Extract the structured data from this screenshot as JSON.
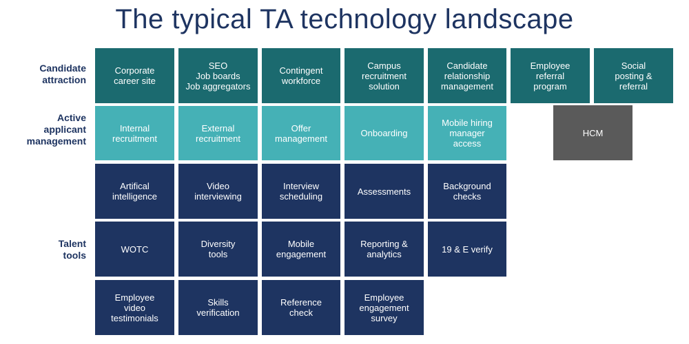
{
  "title": "The typical TA technology landscape",
  "row_labels": {
    "attraction": "Candidate\nattraction",
    "active": "Active\napplicant\nmanagement",
    "tools": "Talent\ntools"
  },
  "tiles": {
    "attraction": [
      "Corporate\ncareer site",
      "SEO\nJob boards\nJob aggregators",
      "Contingent\nworkforce",
      "Campus\nrecruitment\nsolution",
      "Candidate\nrelationship\nmanagement",
      "Employee\nreferral\nprogram",
      "Social\nposting &\nreferral"
    ],
    "active": [
      "Internal\nrecruitment",
      "External\nrecruitment",
      "Offer\nmanagement",
      "Onboarding",
      "Mobile hiring\nmanager\naccess"
    ],
    "hcm": "HCM",
    "tools_row1": [
      "Artifical\nintelligence",
      "Video\ninterviewing",
      "Interview\nscheduling",
      "Assessments",
      "Background\nchecks"
    ],
    "tools_row2": [
      "WOTC",
      "Diversity\ntools",
      "Mobile\nengagement",
      "Reporting &\nanalytics",
      "19 & E verify"
    ],
    "tools_row3": [
      "Employee\nvideo\ntestimonials",
      "Skills\nverification",
      "Reference\ncheck",
      "Employee\nengagement\nsurvey"
    ]
  },
  "colors": {
    "attraction": "#1b6a6f",
    "active": "#45b1b6",
    "tools": "#1e3461",
    "hcm": "#5a5a5a",
    "title": "#1e3461"
  }
}
